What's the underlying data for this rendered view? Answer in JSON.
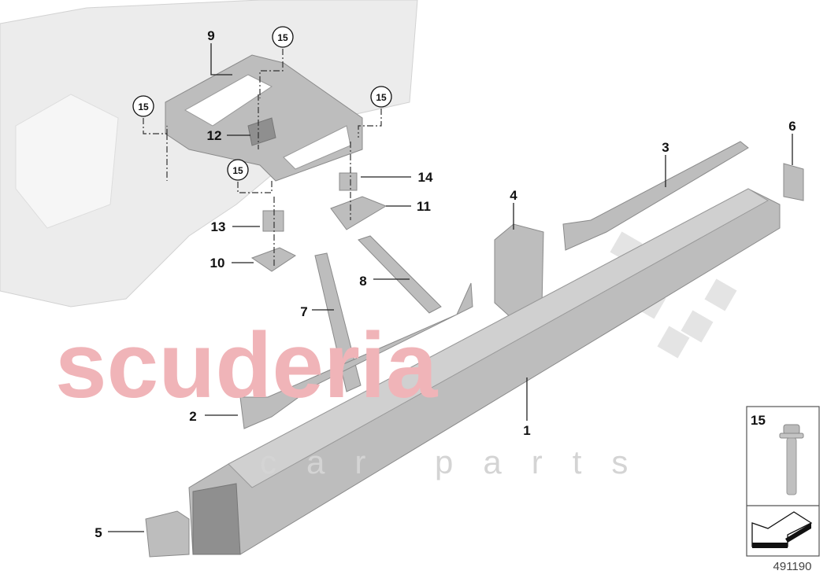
{
  "diagram": {
    "reference_number": "491190",
    "watermark": {
      "line1": "scuderia",
      "line2": "car parts"
    },
    "callouts": [
      {
        "id": "1",
        "label": "1"
      },
      {
        "id": "2",
        "label": "2"
      },
      {
        "id": "3",
        "label": "3"
      },
      {
        "id": "4",
        "label": "4"
      },
      {
        "id": "5",
        "label": "5"
      },
      {
        "id": "6",
        "label": "6"
      },
      {
        "id": "7",
        "label": "7"
      },
      {
        "id": "8",
        "label": "8"
      },
      {
        "id": "9",
        "label": "9"
      },
      {
        "id": "10",
        "label": "10"
      },
      {
        "id": "11",
        "label": "11"
      },
      {
        "id": "12",
        "label": "12"
      },
      {
        "id": "13",
        "label": "13"
      },
      {
        "id": "14",
        "label": "14"
      }
    ],
    "circled_callout": "15",
    "inset": {
      "label": "15",
      "icon": "bolt-icon",
      "direction_icon": "arrow-down-left-icon"
    }
  }
}
